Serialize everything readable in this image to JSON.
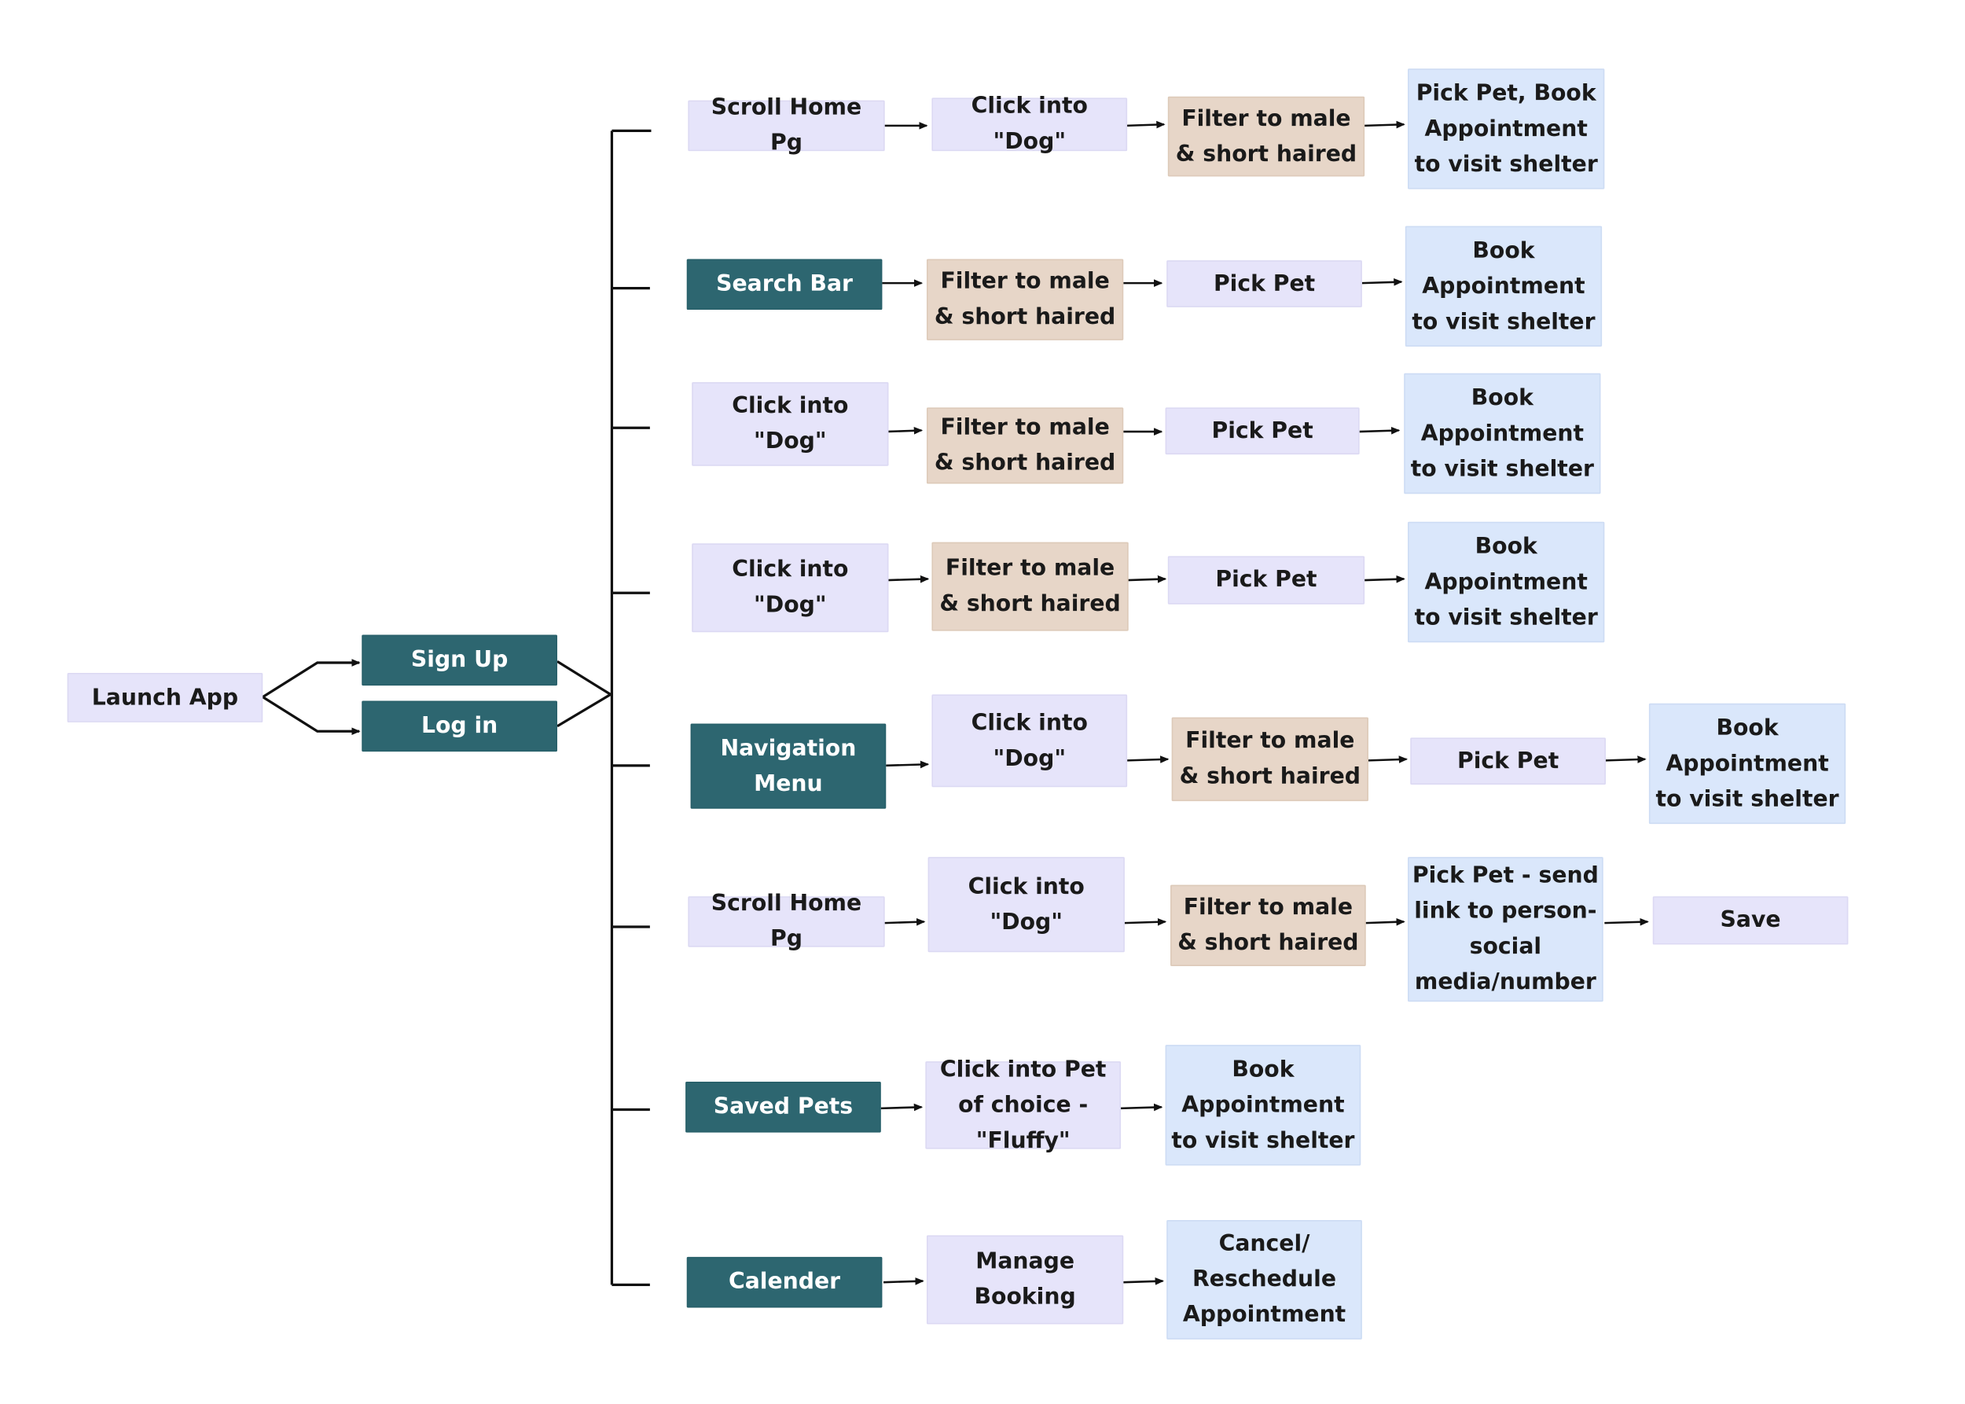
{
  "colors": {
    "teal": "#2d6670",
    "lavender": "#e6e4fa",
    "tan": "#e7d6c8",
    "light_blue": "#dae7fb",
    "line": "#111111"
  },
  "root": {
    "label": "Launch App"
  },
  "auth": {
    "sign_up": "Sign Up",
    "log_in": "Log in"
  },
  "flows": [
    {
      "steps": [
        "Scroll Home Pg",
        "Click into \"Dog\"",
        "Filter to male & short haired",
        "Pick Pet, Book Appointment to visit shelter"
      ]
    },
    {
      "steps": [
        "Search Bar",
        "Filter to male & short haired",
        "Pick Pet",
        "Book Appointment to visit shelter"
      ]
    },
    {
      "steps": [
        "Click into \"Dog\"",
        "Filter to male & short haired",
        "Pick Pet",
        "Book Appointment to visit shelter"
      ]
    },
    {
      "steps": [
        "Click into \"Dog\"",
        "Filter to male & short haired",
        "Pick Pet",
        "Book Appointment to visit shelter"
      ]
    },
    {
      "steps": [
        "Navigation Menu",
        "Click into \"Dog\"",
        "Filter to male & short haired",
        "Pick Pet",
        "Book Appointment to visit shelter"
      ]
    },
    {
      "steps": [
        "Scroll Home Pg",
        "Click into \"Dog\"",
        "Filter to male & short haired",
        "Pick Pet - send link to person-social media/number",
        "Save"
      ]
    },
    {
      "steps": [
        "Saved Pets",
        "Click into Pet of choice - \"Fluffy\"",
        "Book Appointment to visit shelter"
      ]
    },
    {
      "steps": [
        "Calender",
        "Manage Booking",
        "Cancel/ Reschedule Appointment"
      ]
    }
  ]
}
